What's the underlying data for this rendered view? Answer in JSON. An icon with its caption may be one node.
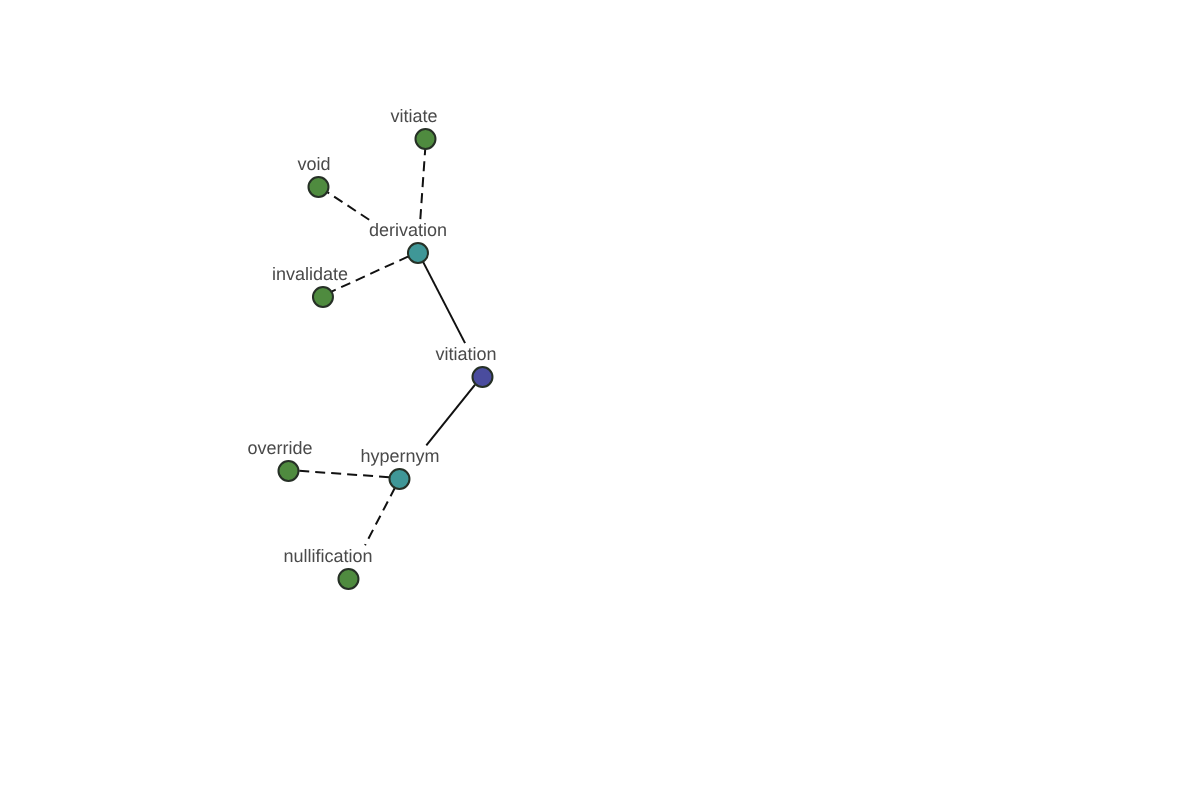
{
  "diagram": {
    "nodes": [
      {
        "text": [
          "vitiate"
        ]
      },
      {
        "text": [
          "void"
        ]
      },
      {
        "text": [
          "derivation"
        ]
      },
      {
        "text": [
          "invalidate"
        ]
      },
      {
        "text": [
          "vitiation"
        ]
      },
      {
        "text": [
          "override"
        ]
      },
      {
        "text": [
          "hypernym"
        ]
      },
      {
        "text": [
          "nullification"
        ]
      }
    ],
    "edges": [
      {
        "from": 2,
        "to": 0,
        "arrow": "none",
        "style": "dashed"
      },
      {
        "from": 2,
        "to": 1,
        "arrow": "none",
        "style": "dashed"
      },
      {
        "from": 2,
        "to": 3,
        "arrow": "none",
        "style": "dashed"
      },
      {
        "from": 4,
        "to": 2,
        "arrow": "none"
      },
      {
        "from": 4,
        "to": 6,
        "arrow": "none"
      },
      {
        "from": 6,
        "to": 5,
        "arrow": "none",
        "style": "dashed"
      },
      {
        "from": 6,
        "to": 7,
        "arrow": "none",
        "style": "dashed"
      }
    ]
  }
}
